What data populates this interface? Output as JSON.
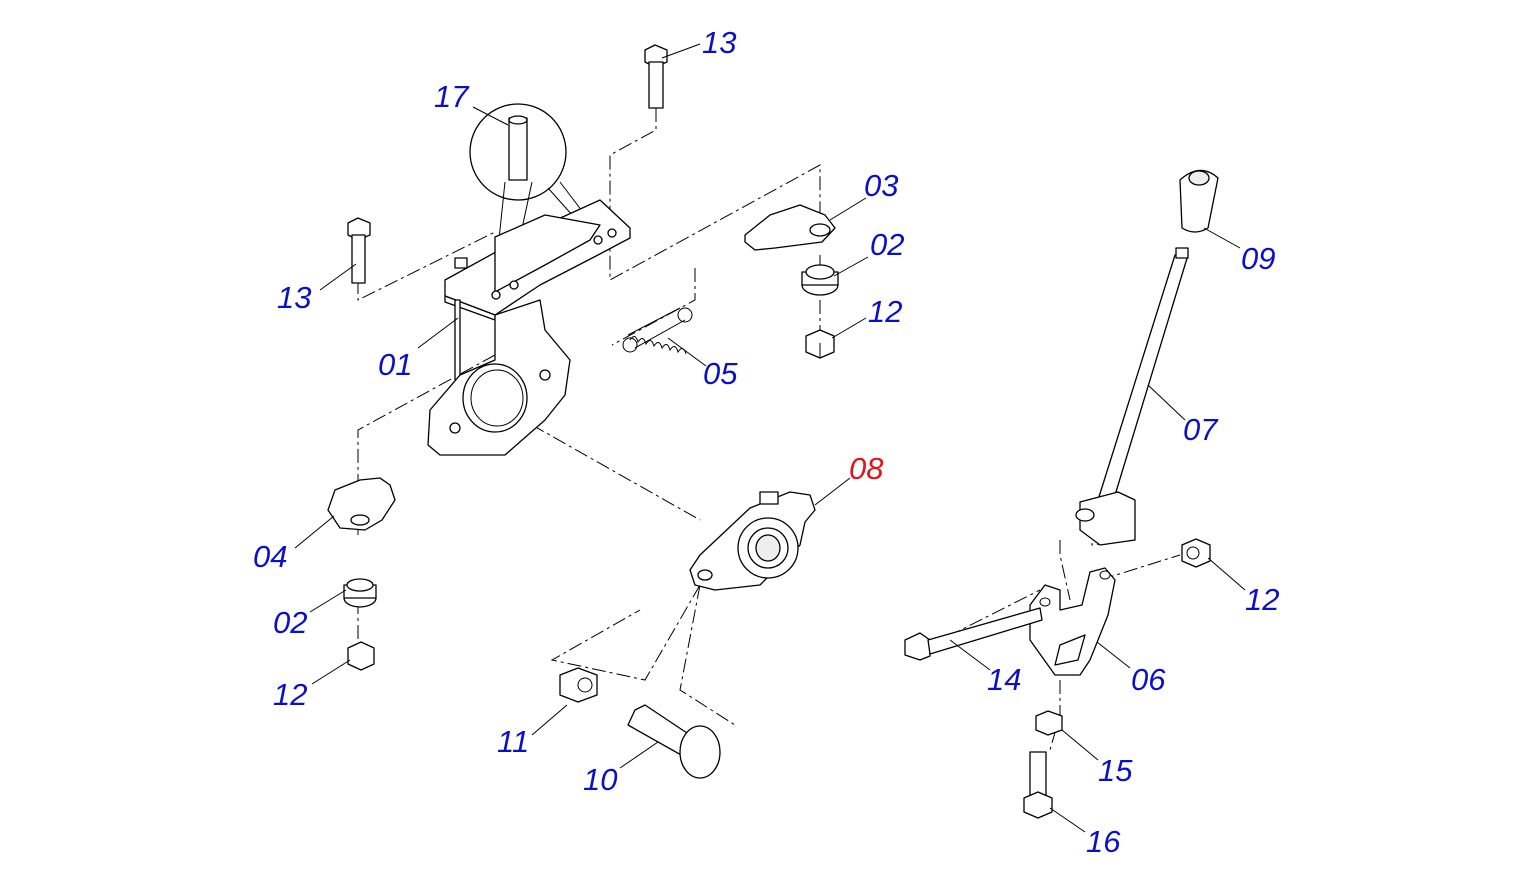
{
  "diagram": {
    "label_color": "#0a10c8",
    "highlight_color": "#e0141a",
    "callouts": [
      {
        "id": "c13a",
        "text": "13",
        "highlight": false
      },
      {
        "id": "c17",
        "text": "17",
        "highlight": false
      },
      {
        "id": "c13b",
        "text": "13",
        "highlight": false
      },
      {
        "id": "c01",
        "text": "01",
        "highlight": false
      },
      {
        "id": "c03",
        "text": "03",
        "highlight": false
      },
      {
        "id": "c02a",
        "text": "02",
        "highlight": false
      },
      {
        "id": "c12a",
        "text": "12",
        "highlight": false
      },
      {
        "id": "c05",
        "text": "05",
        "highlight": false
      },
      {
        "id": "c09",
        "text": "09",
        "highlight": false
      },
      {
        "id": "c07",
        "text": "07",
        "highlight": false
      },
      {
        "id": "c08",
        "text": "08",
        "highlight": true
      },
      {
        "id": "c04",
        "text": "04",
        "highlight": false
      },
      {
        "id": "c02b",
        "text": "02",
        "highlight": false
      },
      {
        "id": "c12b",
        "text": "12",
        "highlight": false
      },
      {
        "id": "c11",
        "text": "11",
        "highlight": false
      },
      {
        "id": "c10",
        "text": "10",
        "highlight": false
      },
      {
        "id": "c12c",
        "text": "12",
        "highlight": false
      },
      {
        "id": "c14",
        "text": "14",
        "highlight": false
      },
      {
        "id": "c06",
        "text": "06",
        "highlight": false
      },
      {
        "id": "c15",
        "text": "15",
        "highlight": false
      },
      {
        "id": "c16",
        "text": "16",
        "highlight": false
      }
    ]
  }
}
